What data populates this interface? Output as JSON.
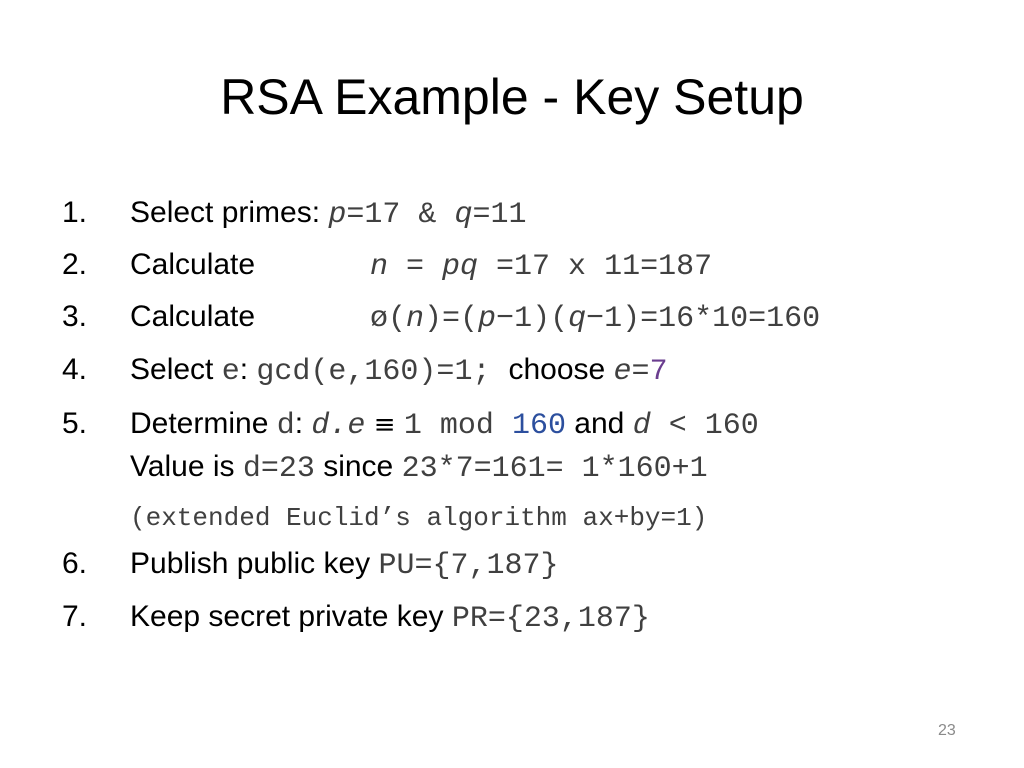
{
  "title": "RSA Example - Key Setup",
  "items": [
    {
      "num": "1.",
      "label": "Select primes: ",
      "p_var": "p",
      "p_val": "=17 & ",
      "q_var": "q",
      "q_val": "=11"
    },
    {
      "num": "2.",
      "label": "Calculate",
      "expr_a": "n",
      "expr_b": " = ",
      "expr_c": "pq",
      "expr_d": " =17 x 11=187"
    },
    {
      "num": "3.",
      "label": "Calculate",
      "phi": "ø(",
      "n": "n",
      "eq": ")=(",
      "p": "p",
      "m1": "−1)(",
      "q": "q",
      "m2": "−1)=16*10=160"
    },
    {
      "num": "4.",
      "label": "Select ",
      "e1": "e",
      "colon": ": ",
      "gcd": "gcd(e,160)=1; ",
      "choose": "choose ",
      "e2": "e",
      "eqsign": "=",
      "seven": "7"
    },
    {
      "num": "5.",
      "label": "Determine ",
      "d1": "d",
      "colon": ": ",
      "de": "d.e",
      "equiv": "≡",
      "one_mod": "1 mod ",
      "modval": "160",
      "and": " and ",
      "d2": "d",
      "lt": " < 160",
      "line2_label": "Value is ",
      "line2_d": "d=23",
      "line2_since": " since ",
      "line2_calc": "23*7=161= 1*160+1",
      "line3_a": "(extended Euclid’s algorithm ",
      "line3_a_var": "a",
      "line3_x": "x+",
      "line3_b_var": "b",
      "line3_y": "y=1)"
    },
    {
      "num": "6.",
      "label": "Publish public key ",
      "key": "PU={7,187}"
    },
    {
      "num": "7.",
      "label": "Keep secret private key ",
      "key": "PR={23,187}"
    }
  ],
  "page_number": "23",
  "colors": {
    "accent_blue": "#2c4f9e",
    "accent_purple": "#6a3d8f",
    "mono_gray": "#404040"
  }
}
